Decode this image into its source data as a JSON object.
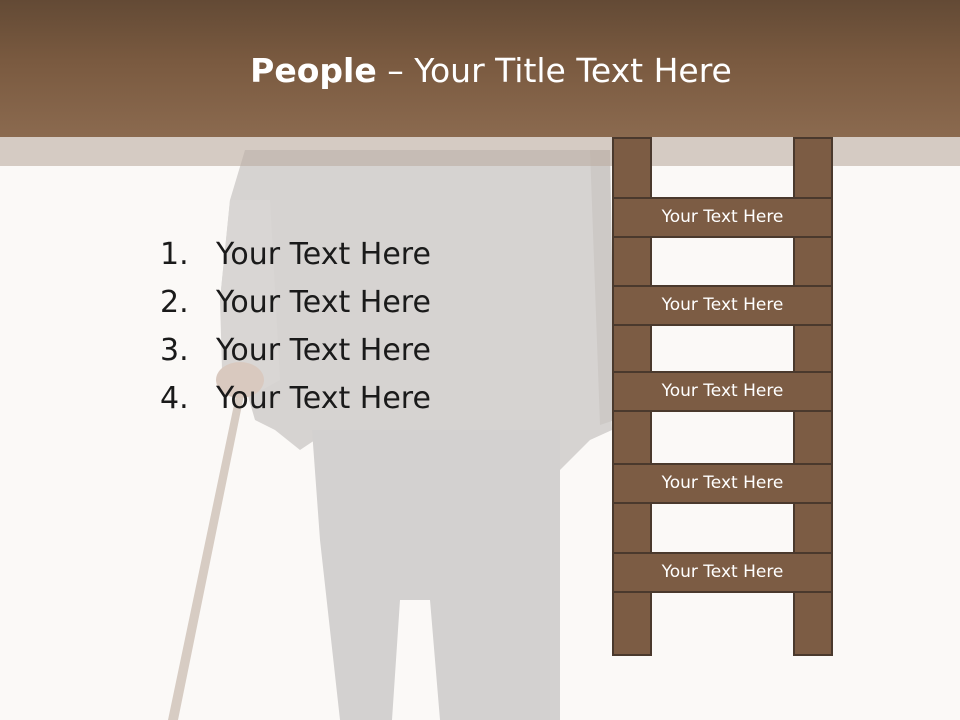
{
  "slide": {
    "title_bold": "People",
    "title_rest": " – Your Title Text Here"
  },
  "list": {
    "items": [
      {
        "number": "1.",
        "text": "Your Text Here"
      },
      {
        "number": "2.",
        "text": "Your Text Here"
      },
      {
        "number": "3.",
        "text": "Your Text Here"
      },
      {
        "number": "4.",
        "text": "Your Text Here"
      }
    ]
  },
  "ladder": {
    "rungs": [
      "Your Text Here",
      "Your Text Here",
      "Your Text Here",
      "Your Text Here",
      "Your Text Here"
    ]
  },
  "colors": {
    "header": "#7a5a40",
    "ladder_wood": "#7c5c44",
    "ladder_outline": "#4a392d"
  }
}
